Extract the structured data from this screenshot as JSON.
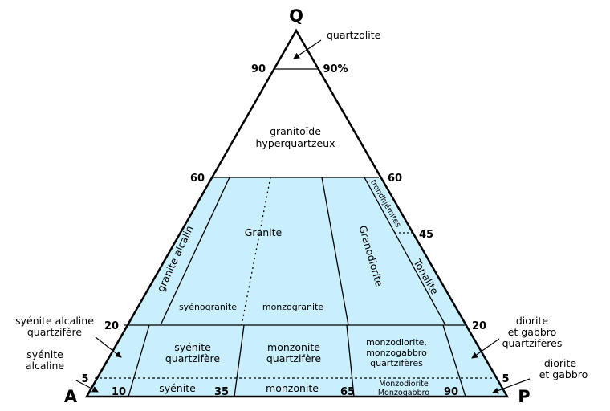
{
  "vertices": {
    "q": "Q",
    "a": "A",
    "p": "P"
  },
  "ticks": {
    "left_90": "90",
    "right_90": "90%",
    "left_60": "60",
    "right_60": "60",
    "right_45": "45",
    "left_20": "20",
    "right_20": "20",
    "left_5": "5",
    "right_5": "5",
    "bottom_10": "10",
    "bottom_35": "35",
    "bottom_65": "65",
    "bottom_90": "90"
  },
  "fields": {
    "quartzolite": "quartzolite",
    "granitoide_1": "granitoïde",
    "granitoide_2": "hyperquartzeux",
    "granite_alcalin": "granite alcalin",
    "granite": "Granite",
    "syenogranite": "syénogranite",
    "monzogranite": "monzogranite",
    "granodiorite": "Granodiorite",
    "trondhjemites": "trondhjémites",
    "tonalite": "Tonalite",
    "syenite_quartz_1": "syénite",
    "syenite_quartz_2": "quartzifère",
    "monzonite_quartz_1": "monzonite",
    "monzonite_quartz_2": "quartzifère",
    "monzodiorite_1": "monzodiorite,",
    "monzodiorite_2": "monzogabbro",
    "monzodiorite_3": "quartzifères",
    "syenite": "syénite",
    "monzonite": "monzonite",
    "monzodiorite_b1": "Monzodiorite",
    "monzodiorite_b2": "Monzogabbro"
  },
  "callouts": {
    "syenite_alc_q_1": "syénite alcaline",
    "syenite_alc_q_2": "quartzifère",
    "syenite_alc_1": "syénite",
    "syenite_alc_2": "alcaline",
    "diorite_q_1": "diorite",
    "diorite_q_2": "et gabbro",
    "diorite_q_3": "quartzifères",
    "diorite_1": "diorite",
    "diorite_2": "et gabbro"
  },
  "colors": {
    "fill": "#c9eefc",
    "line": "#000000",
    "background": "#ffffff"
  }
}
